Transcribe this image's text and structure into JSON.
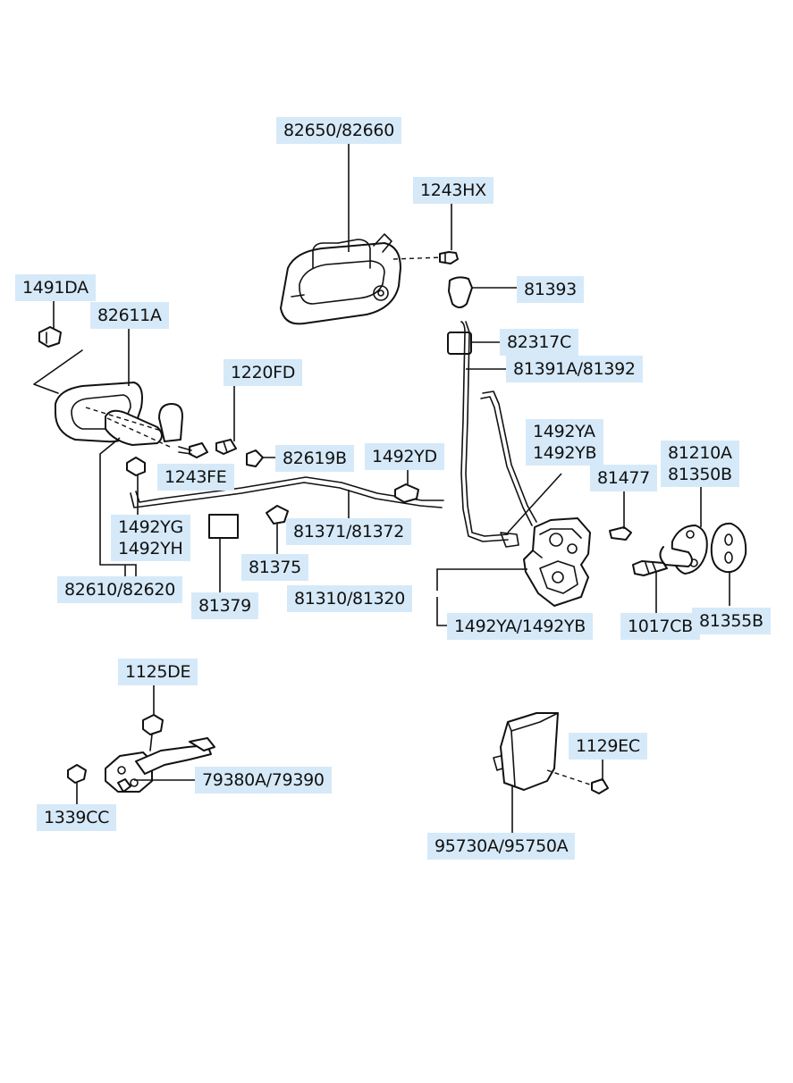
{
  "diagram": {
    "labels": {
      "l_82650": "82650/82660",
      "l_1243HX": "1243HX",
      "l_81393": "81393",
      "l_82317C": "82317C",
      "l_81391A": "81391A/81392",
      "l_1491DA": "1491DA",
      "l_82611A": "82611A",
      "l_1220FD": "1220FD",
      "l_82619B": "82619B",
      "l_1243FE": "1243FE",
      "l_1492YD": "1492YD",
      "l_1492YA_top_a": "1492YA",
      "l_1492YA_top_b": "1492YB",
      "l_81477": "81477",
      "l_81210A_a": "81210A",
      "l_81210A_b": "81350B",
      "l_1492YG_a": "1492YG",
      "l_1492YG_b": "1492YH",
      "l_81371": "81371/81372",
      "l_81375": "81375",
      "l_82610": "82610/82620",
      "l_81379": "81379",
      "l_81310": "81310/81320",
      "l_1492YA_bot": "1492YA/1492YB",
      "l_1017CB": "1017CB",
      "l_81355B": "81355B",
      "l_1125DE": "1125DE",
      "l_79380A": "79380A/79390",
      "l_1339CC": "1339CC",
      "l_1129EC": "1129EC",
      "l_95730A": "95730A/95750A"
    }
  }
}
